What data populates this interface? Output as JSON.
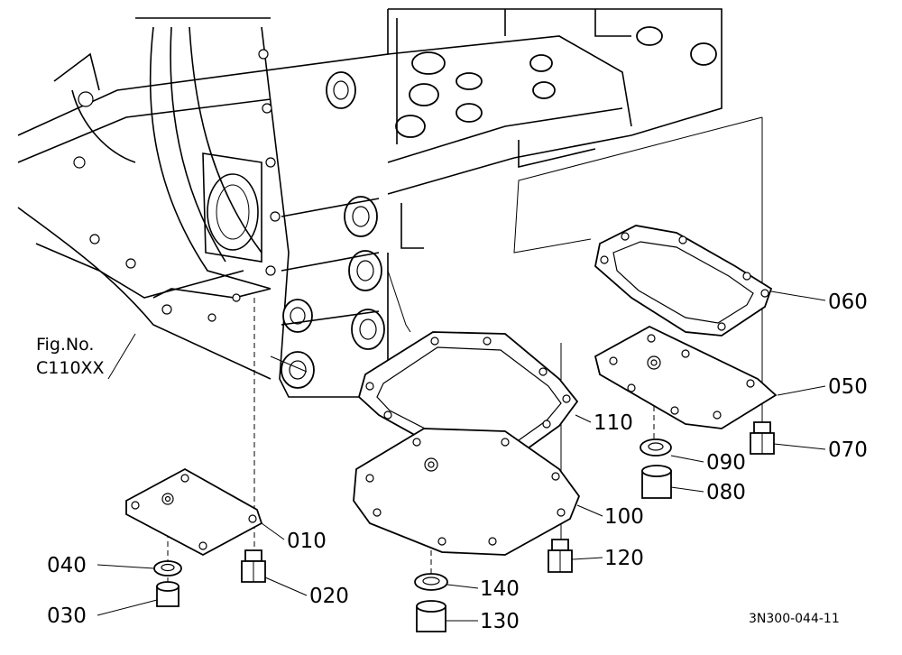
{
  "figure": {
    "reference_label_line1": "Fig.No.",
    "reference_label_line2": "C110XX",
    "drawing_code": "3N300-044-11"
  },
  "parts": {
    "p010": "010",
    "p020": "020",
    "p030": "030",
    "p040": "040",
    "p050": "050",
    "p060": "060",
    "p070": "070",
    "p080": "080",
    "p090": "090",
    "p100": "100",
    "p110": "110",
    "p120": "120",
    "p130": "130",
    "p140": "140"
  }
}
